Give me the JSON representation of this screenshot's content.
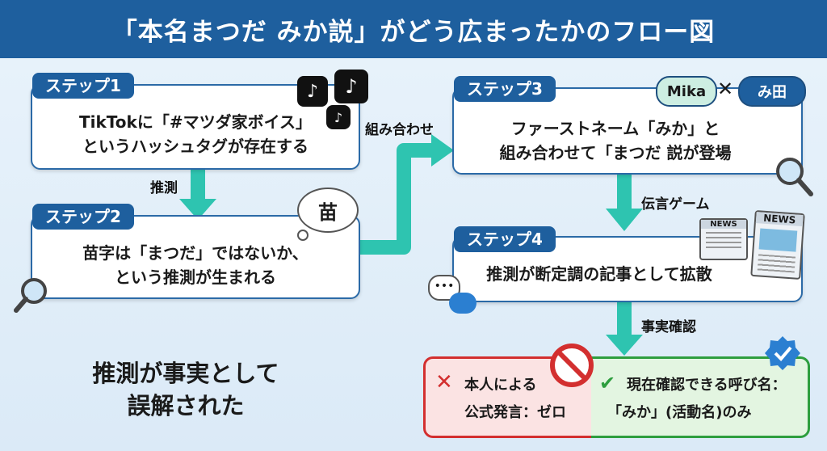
{
  "header": {
    "title": "「本名まつだ みか説」がどう広まったかのフロー図"
  },
  "steps": [
    {
      "tab": "ステップ1",
      "line1": "TikTokに「#マツダ家ボイス」",
      "line2": "というハッシュタグが存在する"
    },
    {
      "tab": "ステップ2",
      "line1": "苗字は「まつだ」ではないか、",
      "line2": "という推測が生まれる"
    },
    {
      "tab": "ステップ3",
      "line1": "ファーストネーム「みか」と",
      "line2": "組み合わせて「まつだ 説が登場"
    },
    {
      "tab": "ステップ4",
      "line1": "推測が断定調の記事として拡散"
    }
  ],
  "flow_labels": {
    "step1_to_2": "推測",
    "step2_to_3": "組み合わせ",
    "step3_to_4": "伝言ゲーム",
    "step4_to_result": "事実確認"
  },
  "bubble_text": "苗",
  "name_pills": {
    "left": "Mika",
    "cross": "✕",
    "right": "み田"
  },
  "news_label": "NEWS",
  "result": {
    "left_mark": "✕",
    "left_line1": "本人による",
    "left_line2": "公式発言：ゼロ",
    "right_mark": "✔",
    "right_line1": "現在確認できる呼び名：",
    "right_line2": "「みか」(活動名)のみ"
  },
  "conclusion": {
    "line1": "推測が事実として",
    "line2": "誤解された"
  },
  "colors": {
    "header": "#1e5f9e",
    "arrow": "#2ec4b0",
    "card_border": "#2b6aa7",
    "no_red": "#d32f2f",
    "ok_green": "#2e9e3f"
  }
}
